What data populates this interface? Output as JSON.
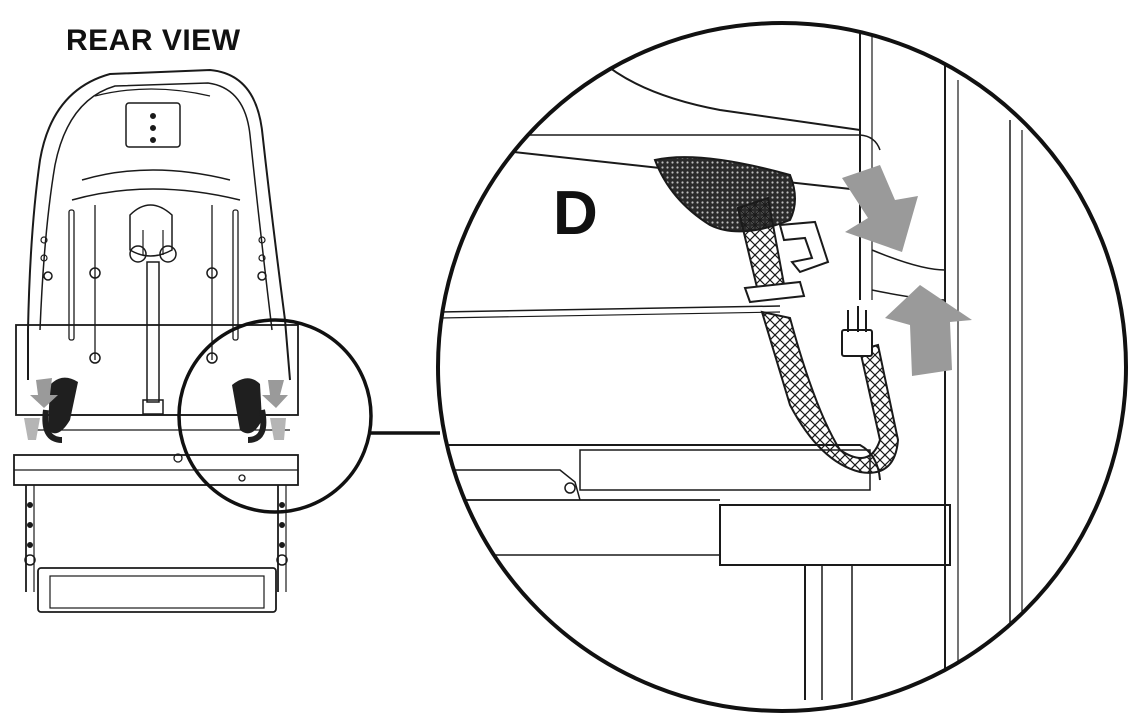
{
  "view_title": "REAR VIEW",
  "detail_label": "D",
  "colors": {
    "line": "#1a1a1a",
    "arrow": "#9a9a9a",
    "strap_fill": "#ffffff"
  },
  "icons": [
    "arrow-down-icon",
    "arrow-up-icon",
    "magnify-circle"
  ]
}
